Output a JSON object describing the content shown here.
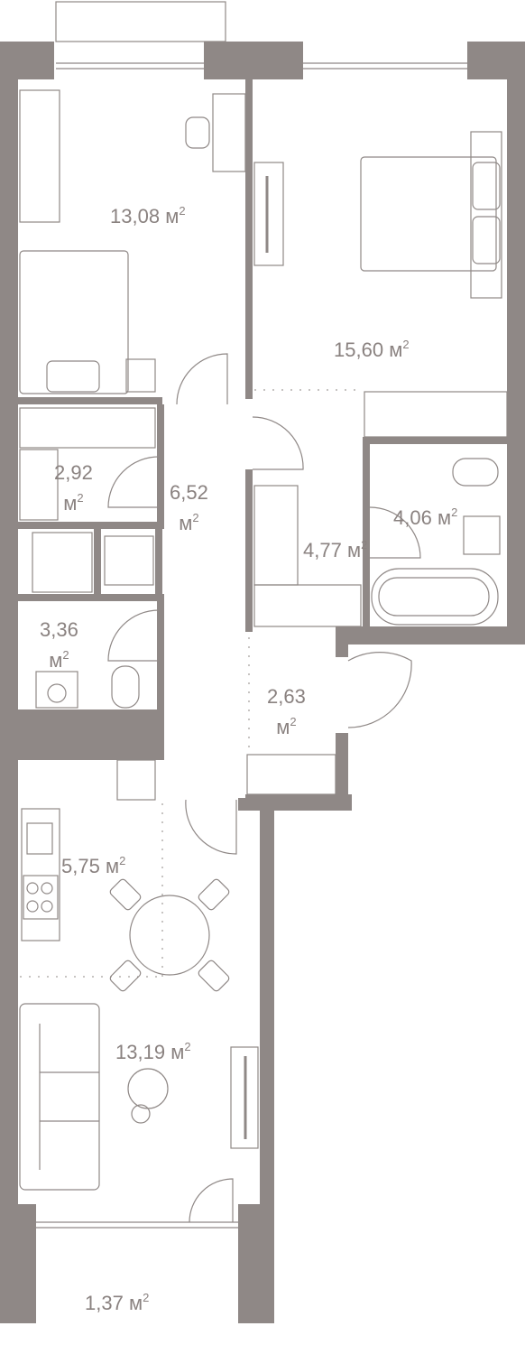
{
  "colors": {
    "wall": "#8f8886",
    "line": "#8f8886",
    "text": "#8a8280",
    "background": "#ffffff"
  },
  "unit": "м",
  "unit_power": "2",
  "rooms": [
    {
      "id": "bedroom-1",
      "area": "13,08"
    },
    {
      "id": "bedroom-2",
      "area": "15,60"
    },
    {
      "id": "closet-1",
      "area": "2,92"
    },
    {
      "id": "hallway",
      "area": "6,52"
    },
    {
      "id": "wardrobe",
      "area": "4,77"
    },
    {
      "id": "bathroom",
      "area": "4,06"
    },
    {
      "id": "wc",
      "area": "3,36"
    },
    {
      "id": "closet-2",
      "area": "2,63"
    },
    {
      "id": "kitchen",
      "area": "5,75"
    },
    {
      "id": "living-room",
      "area": "13,19"
    },
    {
      "id": "balcony",
      "area": "1,37"
    }
  ]
}
